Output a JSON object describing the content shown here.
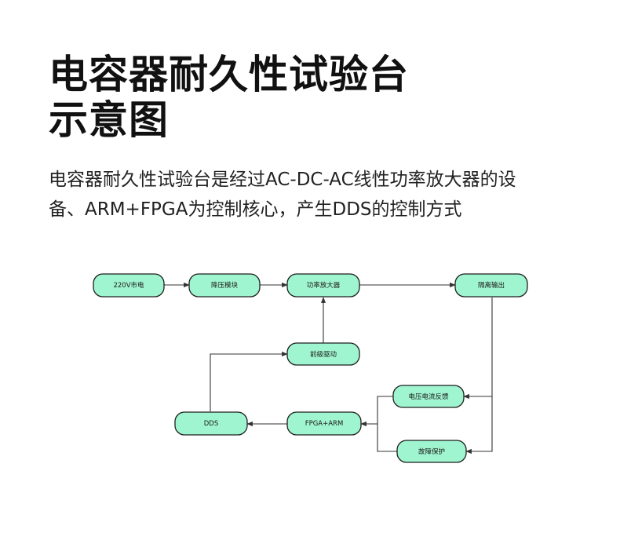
{
  "header": {
    "title_line1": "电容器耐久性试验台",
    "title_line2": "示意图"
  },
  "description": {
    "line1": "电容器耐久性试验台是经过AC-DC-AC线性功率放大器的设",
    "line2": "备、ARM+FPGA为控制核心，产生DDS的控制方式"
  },
  "diagram": {
    "nodes": {
      "mains": "220V市电",
      "step_down": "降压模块",
      "power_amp": "功率放大器",
      "isolated_output": "隔离输出",
      "pre_driver": "前级驱动",
      "feedback": "电压电流反馈",
      "dds": "DDS",
      "fpga_arm": "FPGA+ARM",
      "fault_protect": "故障保护"
    },
    "colors": {
      "node_fill": "#9ff5cf",
      "stroke": "#1f1f1f"
    }
  }
}
